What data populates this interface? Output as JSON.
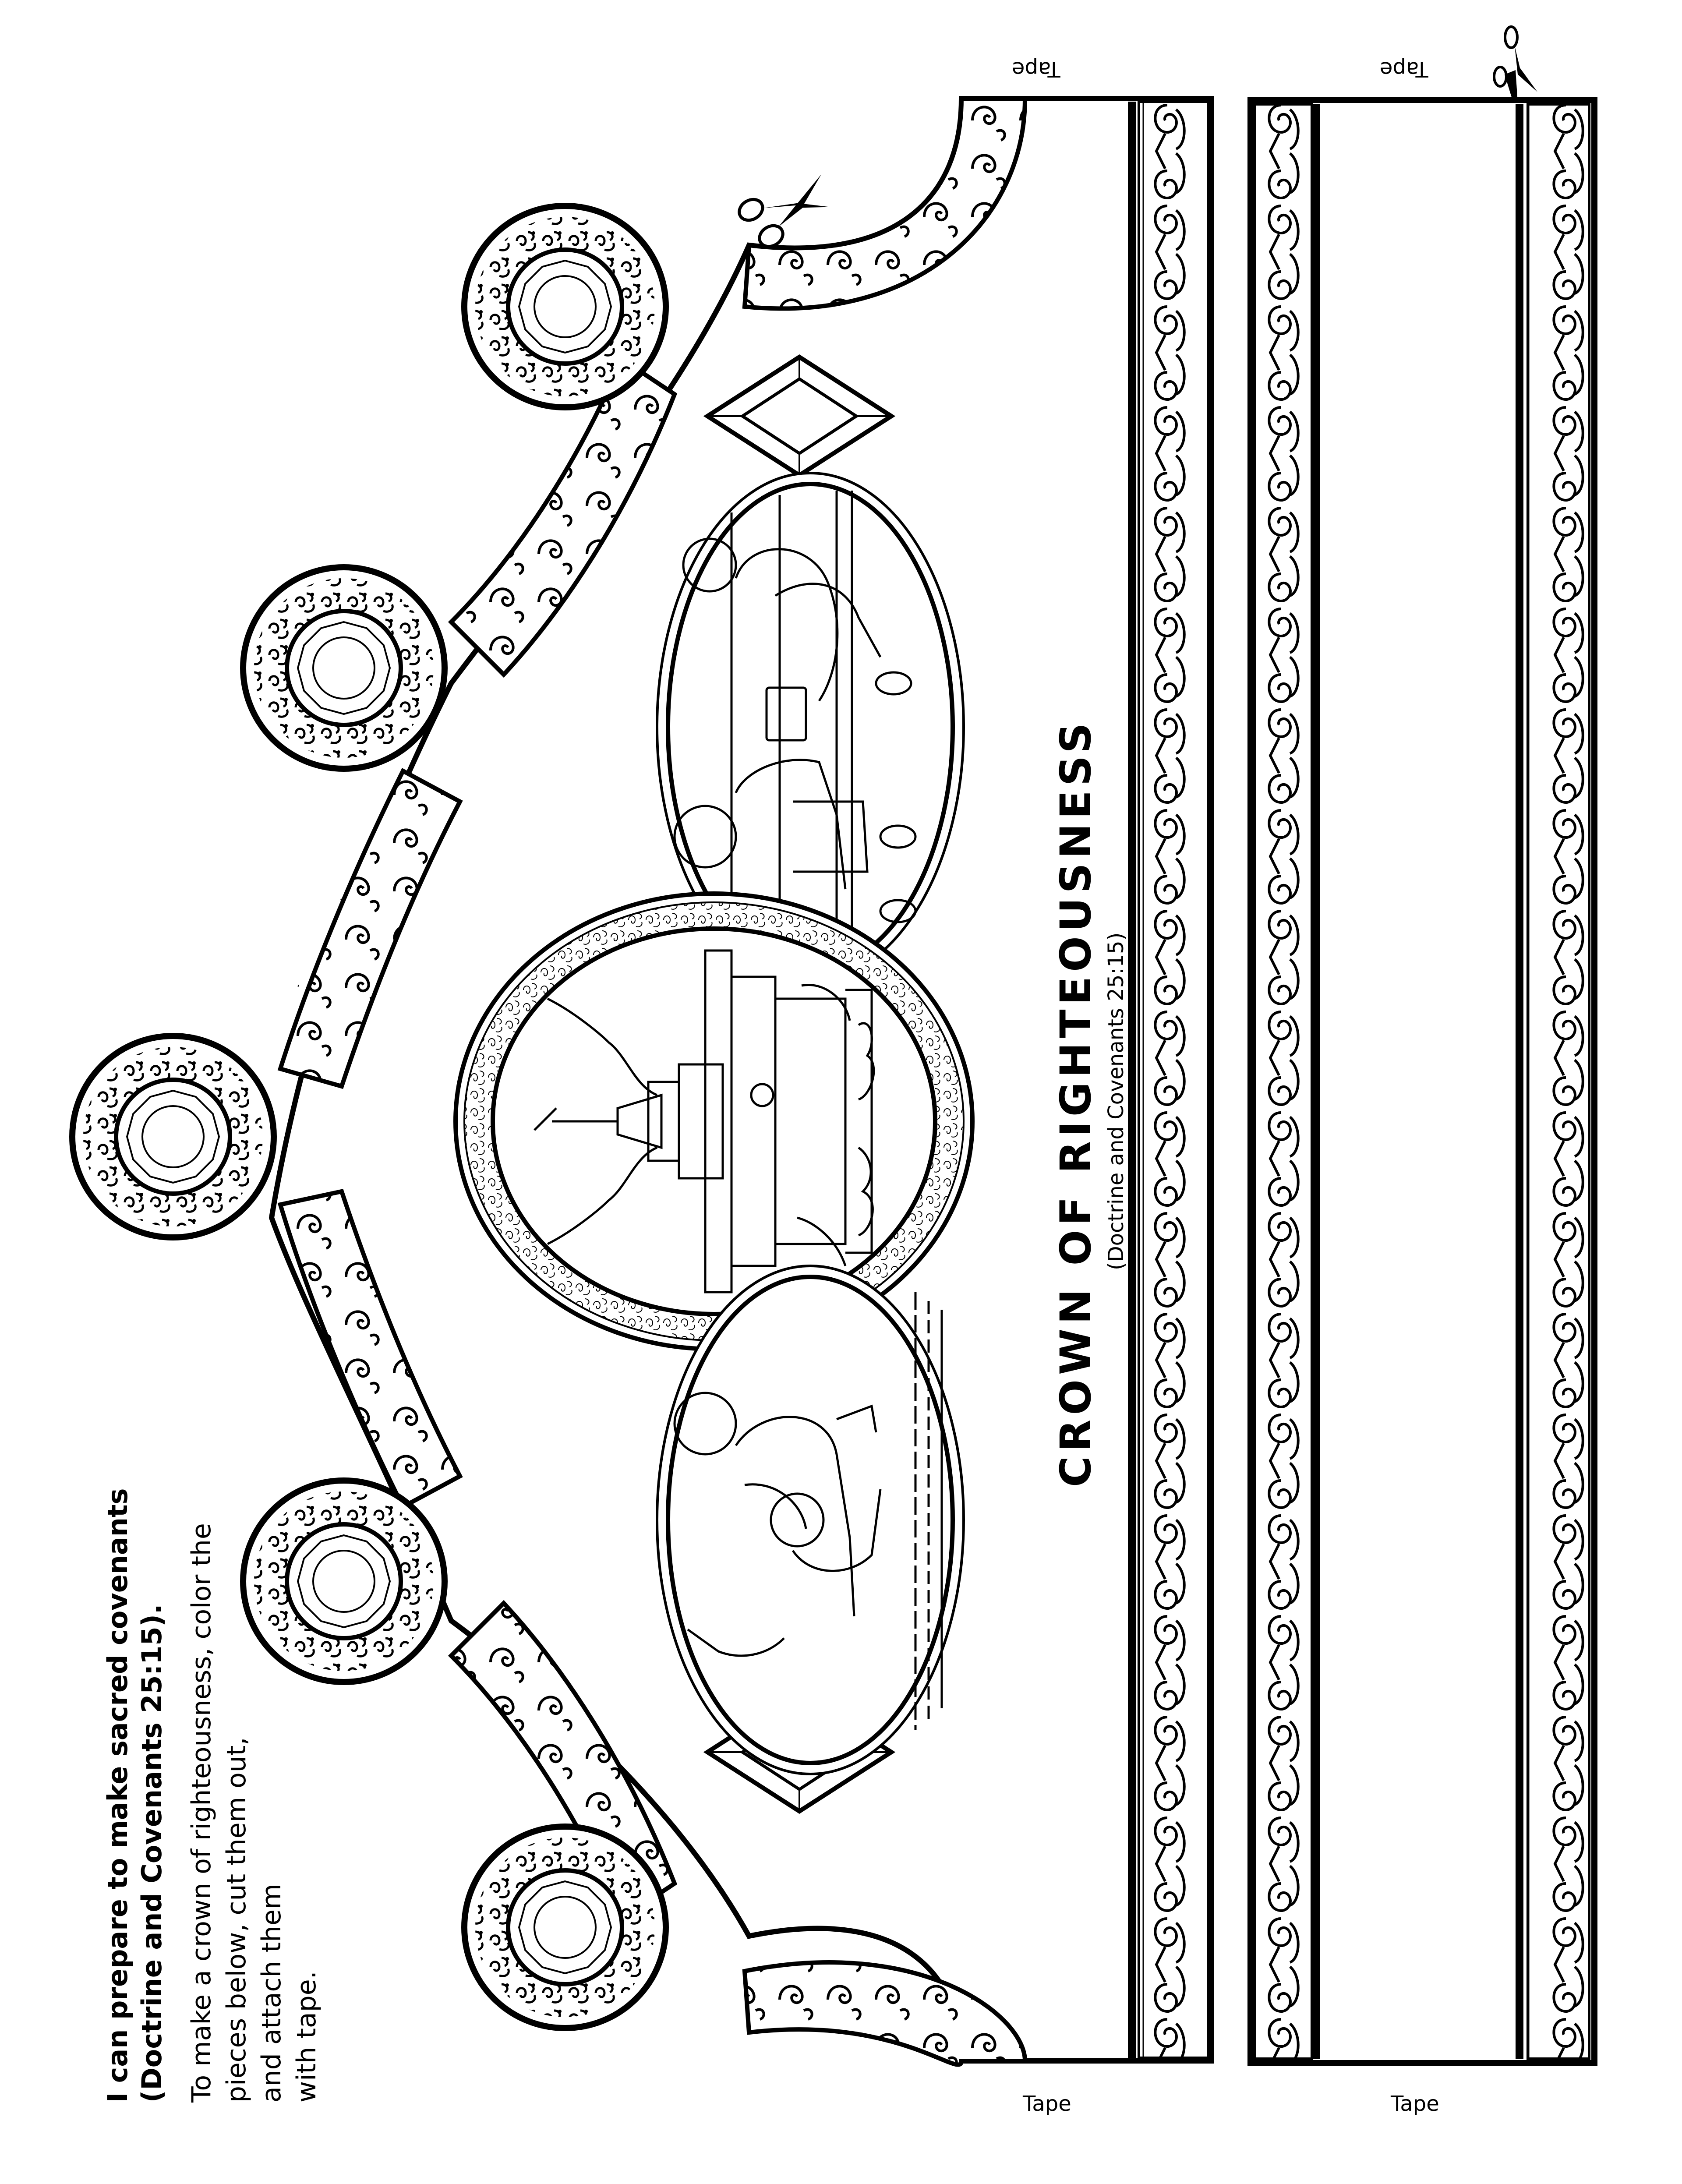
{
  "page": {
    "heading_lines": [
      "I can prepare to make sacred covenants",
      "(Doctrine and Covenants 25:15)."
    ],
    "instruction_lines": [
      "To make a crown of righteousness, color the",
      "pieces below, cut them out,",
      "and attach them",
      "with tape."
    ]
  },
  "crown": {
    "title": "CROWN OF RIGHTEOUSNESS",
    "subtitle": "(Doctrine and Covenants 25:15)",
    "medallion_count": 5,
    "diamond_count": 2,
    "ovals": [
      {
        "name": "children-passing-sacrament",
        "description": "Boy holding sacrament tray, girl standing"
      },
      {
        "name": "temple",
        "description": "Temple with spire and angel statue, trees and mountains"
      },
      {
        "name": "baptism",
        "description": "Father baptizing daughter in font"
      }
    ]
  },
  "labels": {
    "tape_top_1": "Tape",
    "tape_top_2": "Tape",
    "tape_bottom_1": "Tape",
    "tape_bottom_2": "Tape"
  },
  "icons": {
    "cut_mark_arch": "scissors-icon",
    "cut_mark_strip": "scissors-icon"
  },
  "colors": {
    "ink": "#000000",
    "paper": "#ffffff"
  }
}
